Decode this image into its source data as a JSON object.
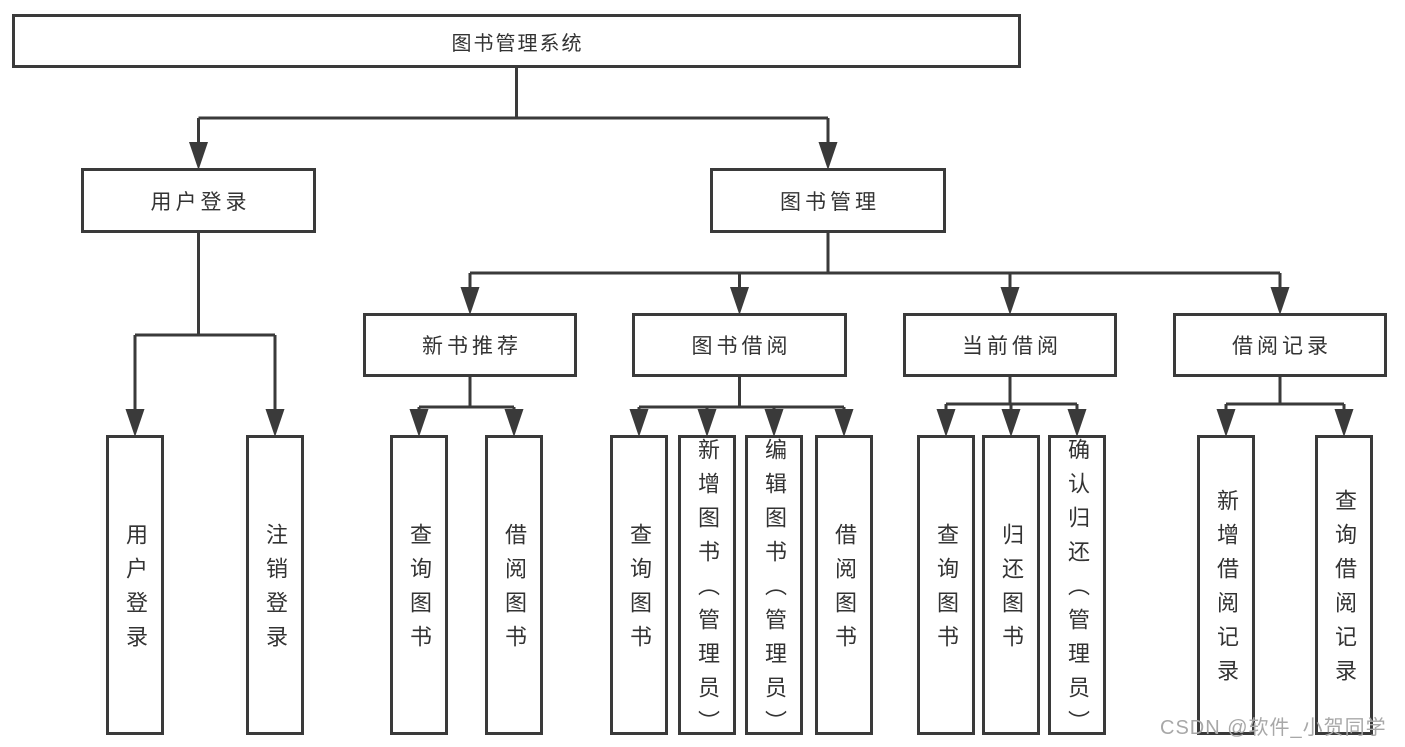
{
  "diagram": {
    "tree": {
      "label": "图书管理系统",
      "children": [
        {
          "label": "用户登录",
          "children": [
            {
              "label": "用户登录"
            },
            {
              "label": "注销登录"
            }
          ]
        },
        {
          "label": "图书管理",
          "children": [
            {
              "label": "新书推荐",
              "children": [
                {
                  "label": "查询图书"
                },
                {
                  "label": "借阅图书"
                }
              ]
            },
            {
              "label": "图书借阅",
              "children": [
                {
                  "label": "查询图书"
                },
                {
                  "label": "新增图书（管理员）"
                },
                {
                  "label": "编辑图书（管理员）"
                },
                {
                  "label": "借阅图书"
                }
              ]
            },
            {
              "label": "当前借阅",
              "children": [
                {
                  "label": "查询图书"
                },
                {
                  "label": "归还图书"
                },
                {
                  "label": "确认归还（管理员）"
                }
              ]
            },
            {
              "label": "借阅记录",
              "children": [
                {
                  "label": "新增借阅记录"
                },
                {
                  "label": "查询借阅记录"
                }
              ]
            }
          ]
        }
      ]
    },
    "watermark": "CSDN @软件_小贺同学",
    "colors": {
      "line": "#3a3a3a",
      "text": "#333333",
      "watermark": "#a8a8a8",
      "background": "#ffffff"
    }
  }
}
